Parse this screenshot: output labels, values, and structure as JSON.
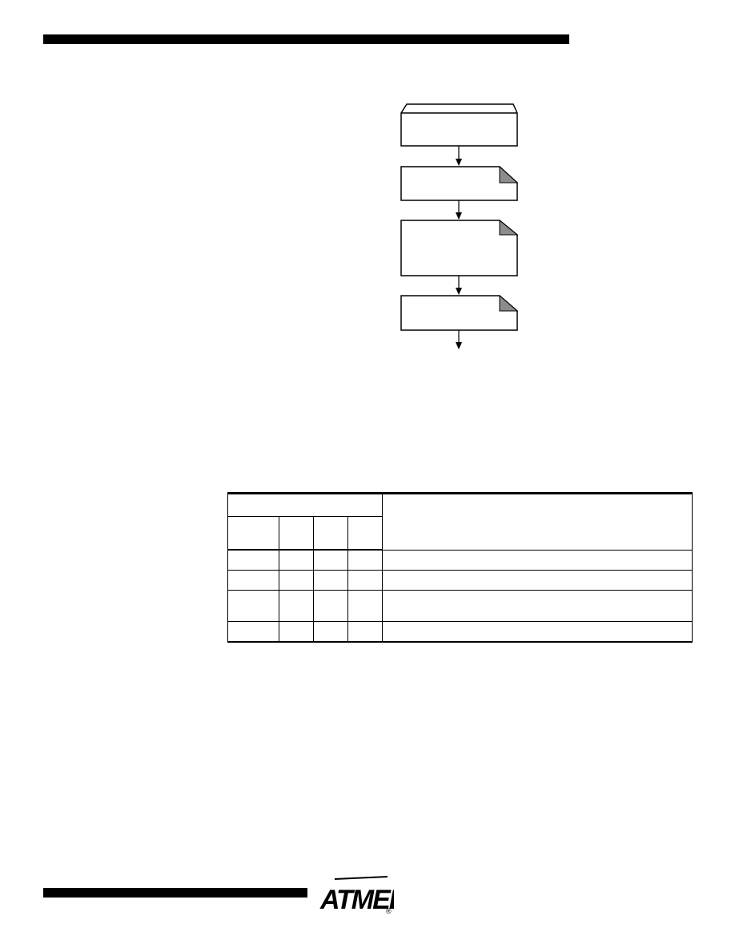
{
  "brand": {
    "logo_text": "ATMEL",
    "registered_mark": "®"
  },
  "flowchart": {
    "steps": [
      {
        "label": "",
        "shape": "input"
      },
      {
        "label": "",
        "shape": "dog-ear"
      },
      {
        "label": "",
        "shape": "dog-ear"
      },
      {
        "label": "",
        "shape": "dog-ear"
      }
    ]
  },
  "table": {
    "group_header": "",
    "description_header": "",
    "sub_headers": [
      "",
      "",
      "",
      ""
    ],
    "rows": [
      {
        "cells": [
          "",
          "",
          "",
          "",
          ""
        ]
      },
      {
        "cells": [
          "",
          "",
          "",
          "",
          ""
        ]
      },
      {
        "cells": [
          "",
          "",
          "",
          "",
          ""
        ]
      },
      {
        "cells": [
          "",
          "",
          "",
          "",
          ""
        ]
      }
    ]
  }
}
